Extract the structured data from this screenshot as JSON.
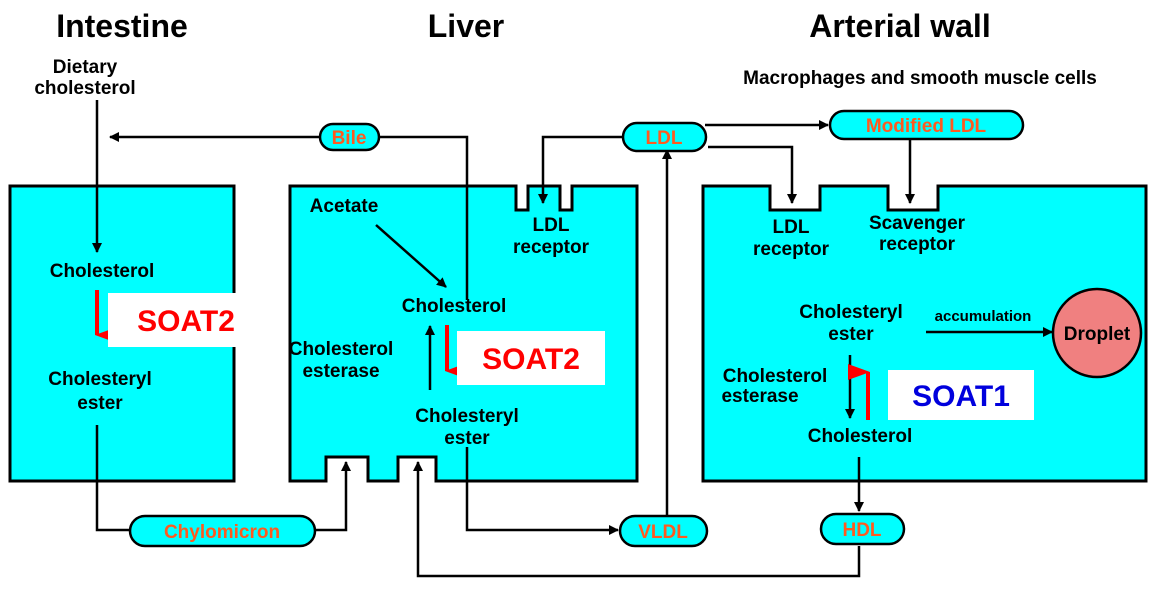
{
  "headers": {
    "intestine": "Intestine",
    "liver": "Liver",
    "arterial": "Arterial wall",
    "arterial_sub": "Macrophages and smooth muscle cells"
  },
  "intestine": {
    "dietary_1": "Dietary",
    "dietary_2": "cholesterol",
    "cholesterol": "Cholesterol",
    "ester_1": "Cholesteryl",
    "ester_2": "ester",
    "enzyme": "SOAT2"
  },
  "liver": {
    "acetate": "Acetate",
    "ldl_receptor_1": "LDL",
    "ldl_receptor_2": "receptor",
    "cholesterol": "Cholesterol",
    "esterase_1": "Cholesterol",
    "esterase_2": "esterase",
    "ester_1": "Cholesteryl",
    "ester_2": "ester",
    "enzyme": "SOAT2"
  },
  "arterial": {
    "ldl_receptor_1": "LDL",
    "ldl_receptor_2": "receptor",
    "scavenger_1": "Scavenger",
    "scavenger_2": "receptor",
    "ester_1": "Cholesteryl",
    "ester_2": "ester",
    "accumulation": "accumulation",
    "droplet": "Droplet",
    "esterase_1": "Cholesterol",
    "esterase_2": "esterase",
    "cholesterol": "Cholesterol",
    "enzyme": "SOAT1"
  },
  "lipoproteins": {
    "bile": "Bile",
    "ldl": "LDL",
    "modified_ldl": "Modified LDL",
    "chylomicron": "Chylomicron",
    "vldl": "VLDL",
    "hdl": "HDL"
  },
  "colors": {
    "cell_fill": "#00ffff",
    "pill_text": "#ff5a1f",
    "soat2": "#ff0000",
    "soat1": "#0000dd",
    "droplet_fill": "#f08080"
  }
}
